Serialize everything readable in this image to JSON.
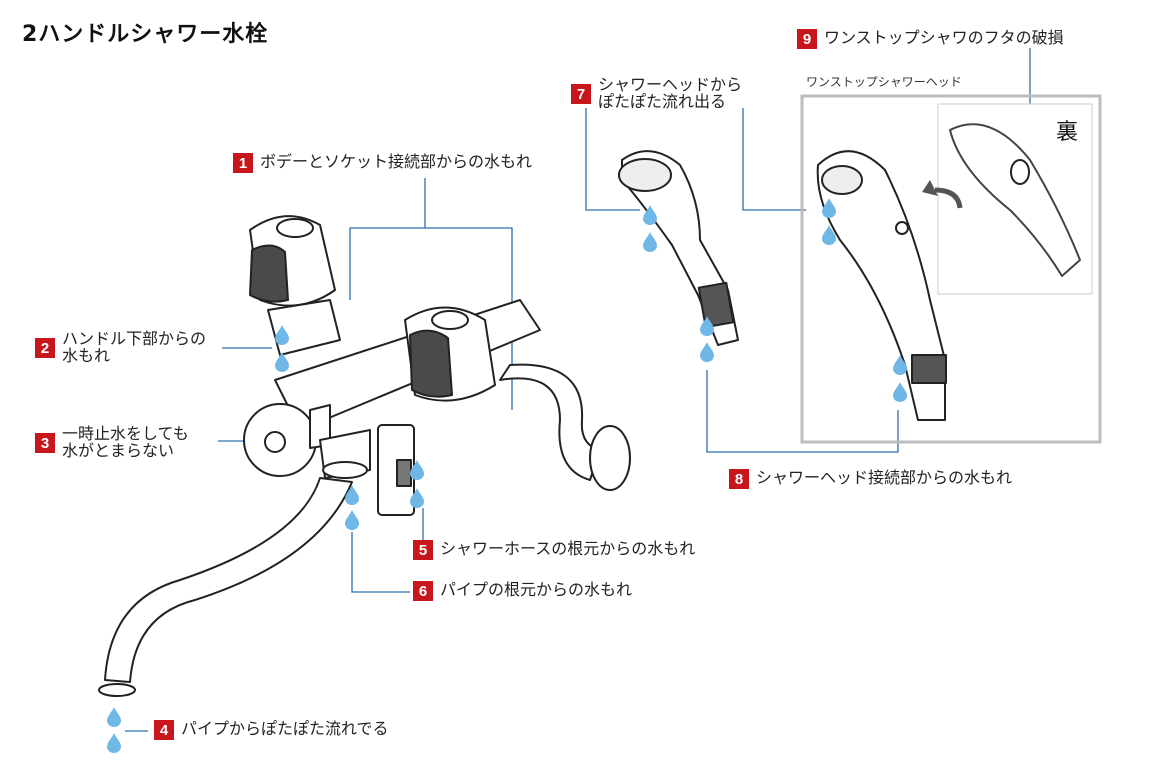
{
  "title": "2ハンドルシャワー水栓",
  "inset": {
    "label": "ワンストップシャワーヘッド",
    "back_label": "裏"
  },
  "colors": {
    "badge": "#c8161d",
    "drop": "#6fb7e6",
    "line": "#2f6fb0"
  },
  "callouts": [
    {
      "num": "1",
      "lines": [
        "ボデーとソケット接続部からの水もれ"
      ]
    },
    {
      "num": "2",
      "lines": [
        "ハンドル下部からの",
        "水もれ"
      ]
    },
    {
      "num": "3",
      "lines": [
        "一時止水をしても",
        "水がとまらない"
      ]
    },
    {
      "num": "4",
      "lines": [
        "パイプからぽたぽた流れでる"
      ]
    },
    {
      "num": "5",
      "lines": [
        "シャワーホースの根元からの水もれ"
      ]
    },
    {
      "num": "6",
      "lines": [
        "パイプの根元からの水もれ"
      ]
    },
    {
      "num": "7",
      "lines": [
        "シャワーヘッドから",
        "ぽたぽた流れ出る"
      ]
    },
    {
      "num": "8",
      "lines": [
        "シャワーヘッド接続部からの水もれ"
      ]
    },
    {
      "num": "9",
      "lines": [
        "ワンストップシャワのフタの破損"
      ]
    }
  ]
}
